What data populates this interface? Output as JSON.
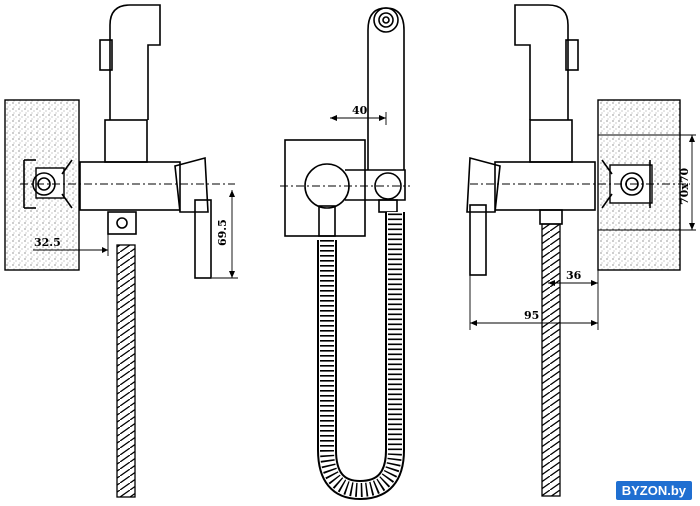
{
  "dimensions": {
    "d_32_5": "32.5",
    "d_69_5": "69.5",
    "d_40": "40",
    "d_70x70": "70x70",
    "d_36": "36",
    "d_95": "95"
  },
  "watermark": "BYZON.by"
}
